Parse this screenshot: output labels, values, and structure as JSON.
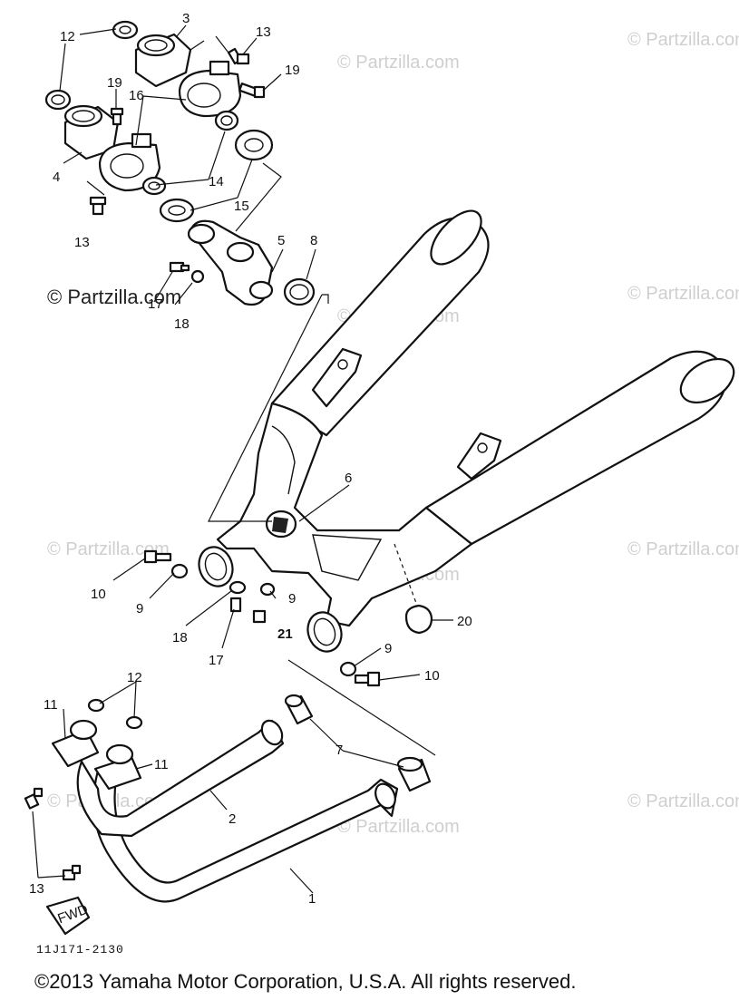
{
  "watermark": {
    "text": "© Partzilla.com"
  },
  "callouts": {
    "c1": "1",
    "c2": "2",
    "c3": "3",
    "c4": "4",
    "c5": "5",
    "c6": "6",
    "c7": "7",
    "c8": "8",
    "c9": "9",
    "c10": "10",
    "c11": "11",
    "c12": "12",
    "c13": "13",
    "c14": "14",
    "c15": "15",
    "c16": "16",
    "c17": "17",
    "c18": "18",
    "c19": "19",
    "c20": "20",
    "c21": "21"
  },
  "fwd_marker": "FWD",
  "diagram_code": "11J171-2130",
  "copyright": "©2013  Yamaha Motor Corporation, U.S.A. All rights reserved."
}
